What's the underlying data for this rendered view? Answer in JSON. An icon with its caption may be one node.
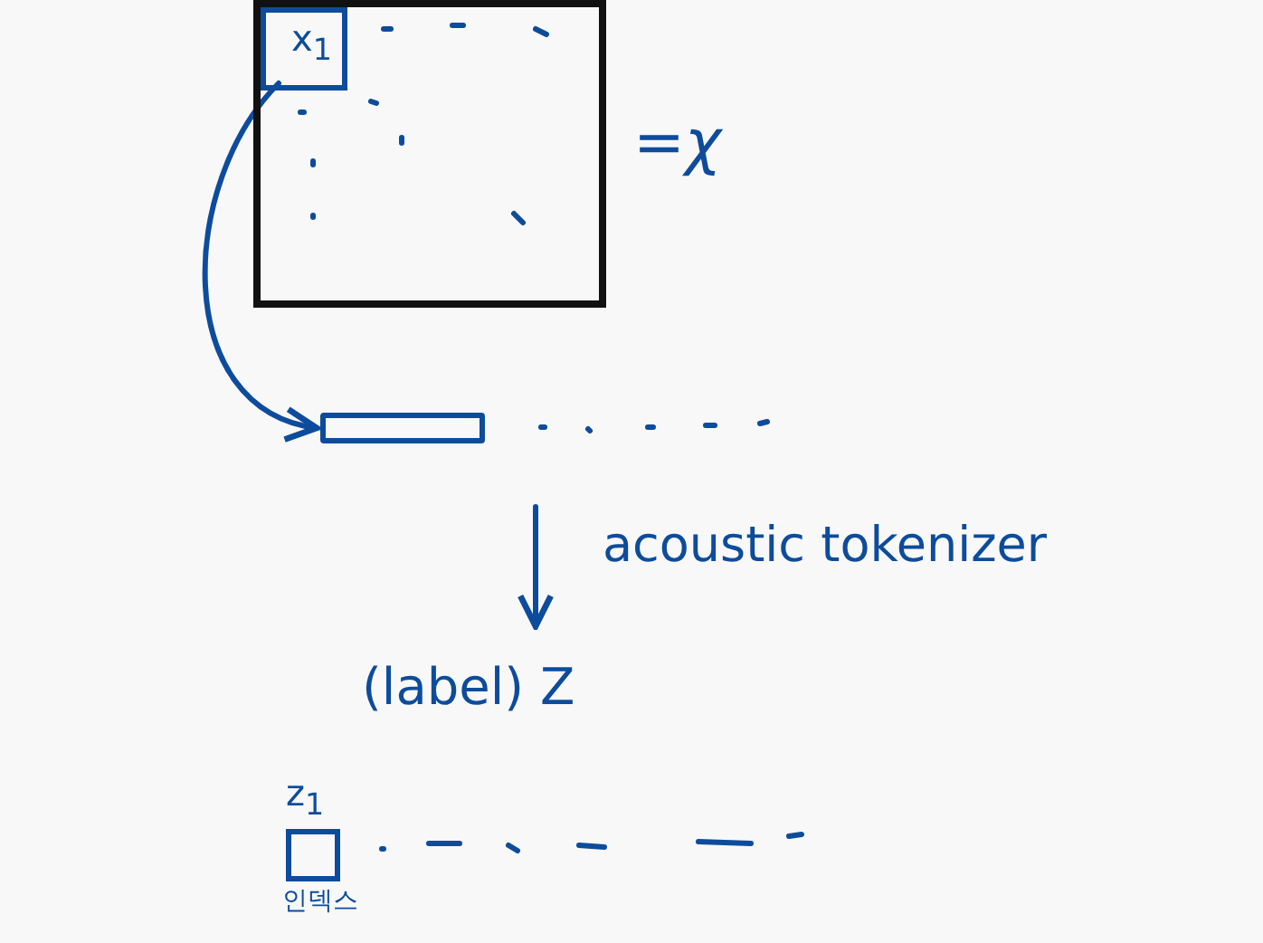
{
  "diagram": {
    "nodes": [
      {
        "text": [],
        "shape": "box",
        "beside": [
          "=χ"
        ]
      },
      {
        "text": [
          "x$_{1}$"
        ],
        "in": 0
      },
      {
        "text": [],
        "shape": "bar"
      },
      {
        "text": [
          "(label) Z"
        ]
      },
      {
        "text": [
          "z$_{1}$"
        ],
        "beside": [
          "인덱스"
        ]
      }
    ],
    "edges": [
      {
        "from": 1,
        "to": 2,
        "arrow": "to"
      },
      {
        "from": null,
        "to": 3,
        "arrow": "to",
        "label": "acoustic tokenizer"
      }
    ]
  }
}
